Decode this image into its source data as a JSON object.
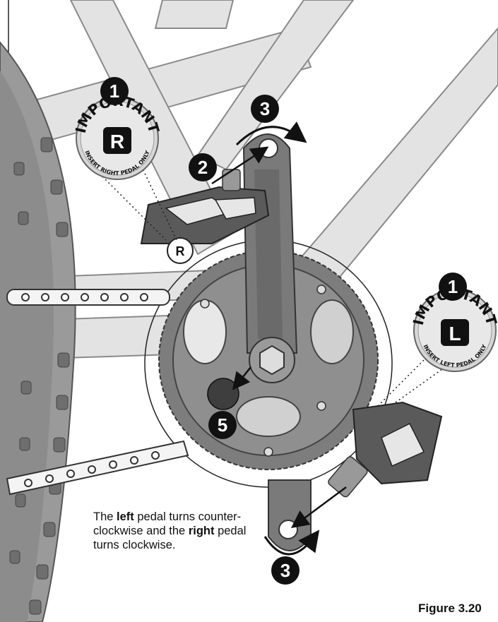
{
  "caption": {
    "part1": "The ",
    "left_word": "left",
    "part2": " pedal turns counter-clockwise and the ",
    "right_word": "right",
    "part3": " pedal turns clockwise."
  },
  "figure_label": "Figure 3.20",
  "callouts": {
    "step1_right": "1",
    "step1_left": "1",
    "step2": "2",
    "step3_top": "3",
    "step3_bottom": "3",
    "step5": "5"
  },
  "stickers": {
    "right": {
      "word": "IMPORTANT",
      "letter": "R",
      "note": "INSERT RIGHT PEDAL ONLY"
    },
    "left": {
      "word": "IMPORTANT",
      "letter": "L",
      "note": "INSERT LEFT PEDAL ONLY"
    }
  },
  "pedal_marker": "R"
}
